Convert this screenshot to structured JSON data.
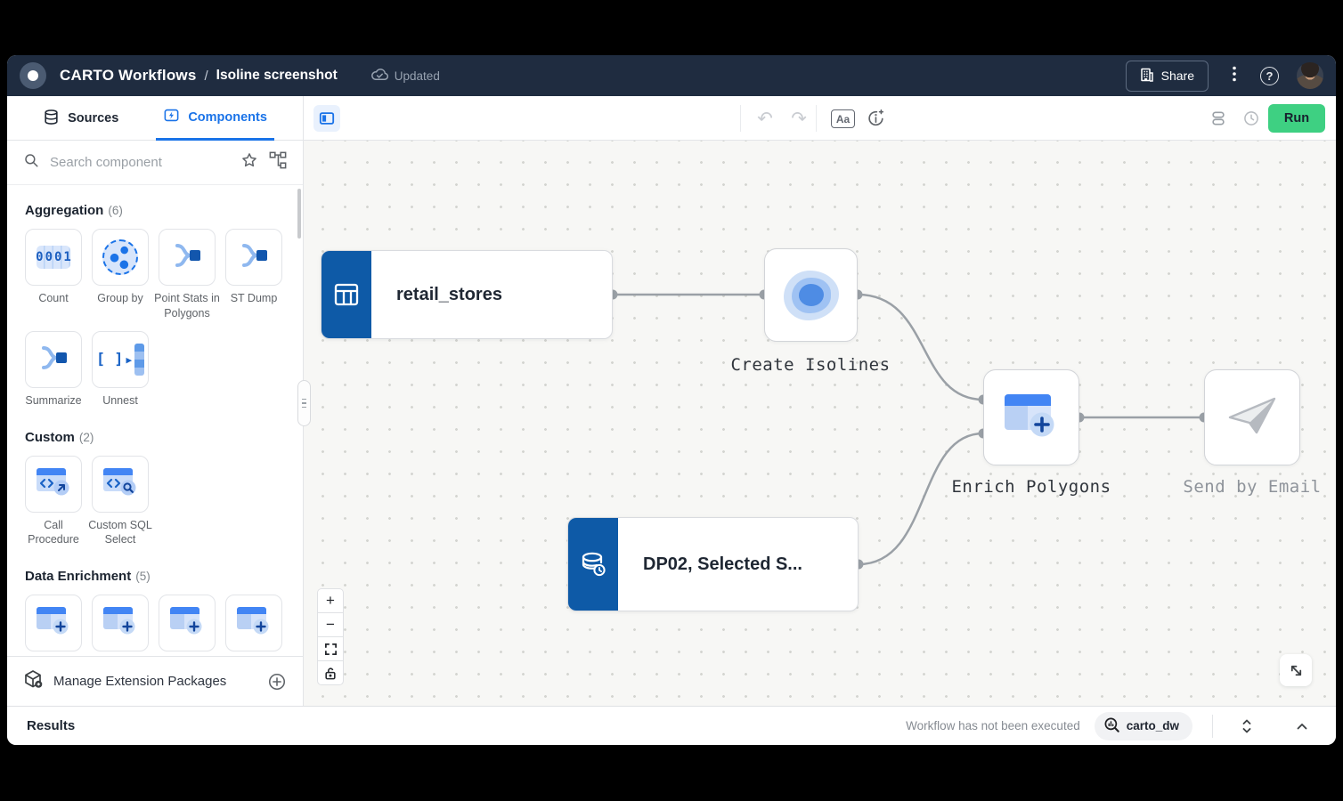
{
  "header": {
    "app_title": "CARTO Workflows",
    "separator": "/",
    "doc_title": "Isoline screenshot",
    "saved_status": "Updated",
    "share_label": "Share"
  },
  "toolbar": {
    "tabs": {
      "sources": "Sources",
      "components": "Components"
    },
    "aa_label": "Aa",
    "run_label": "Run"
  },
  "sidebar": {
    "search_placeholder": "Search component",
    "count_icon_digits": "0001",
    "sections": [
      {
        "title": "Aggregation",
        "count": "(6)",
        "items": [
          {
            "label": "Count"
          },
          {
            "label": "Group by"
          },
          {
            "label": "Point Stats in Polygons"
          },
          {
            "label": "ST Dump"
          },
          {
            "label": "Summarize"
          },
          {
            "label": "Unnest"
          }
        ]
      },
      {
        "title": "Custom",
        "count": "(2)",
        "items": [
          {
            "label": "Call Procedure"
          },
          {
            "label": "Custom SQL Select"
          }
        ]
      },
      {
        "title": "Data Enrichment",
        "count": "(5)",
        "items": [
          {
            "label": ""
          },
          {
            "label": ""
          },
          {
            "label": ""
          },
          {
            "label": ""
          }
        ]
      }
    ],
    "footer_label": "Manage Extension Packages"
  },
  "canvas": {
    "nodes": {
      "retail": {
        "label": "retail_stores"
      },
      "isolines": {
        "label": "Create Isolines"
      },
      "enrich": {
        "label": "Enrich Polygons"
      },
      "send": {
        "label": "Send by Email"
      },
      "dp02": {
        "label": "DP02, Selected S..."
      }
    }
  },
  "results_bar": {
    "title": "Results",
    "status": "Workflow has not been executed",
    "connection": "carto_dw"
  },
  "colors": {
    "header_navy": "#1f2c40",
    "accent_blue": "#1a73e8",
    "node_blue": "#0e5aa7",
    "run_green": "#3ed082",
    "canvas_bg": "#f7f7f5"
  }
}
